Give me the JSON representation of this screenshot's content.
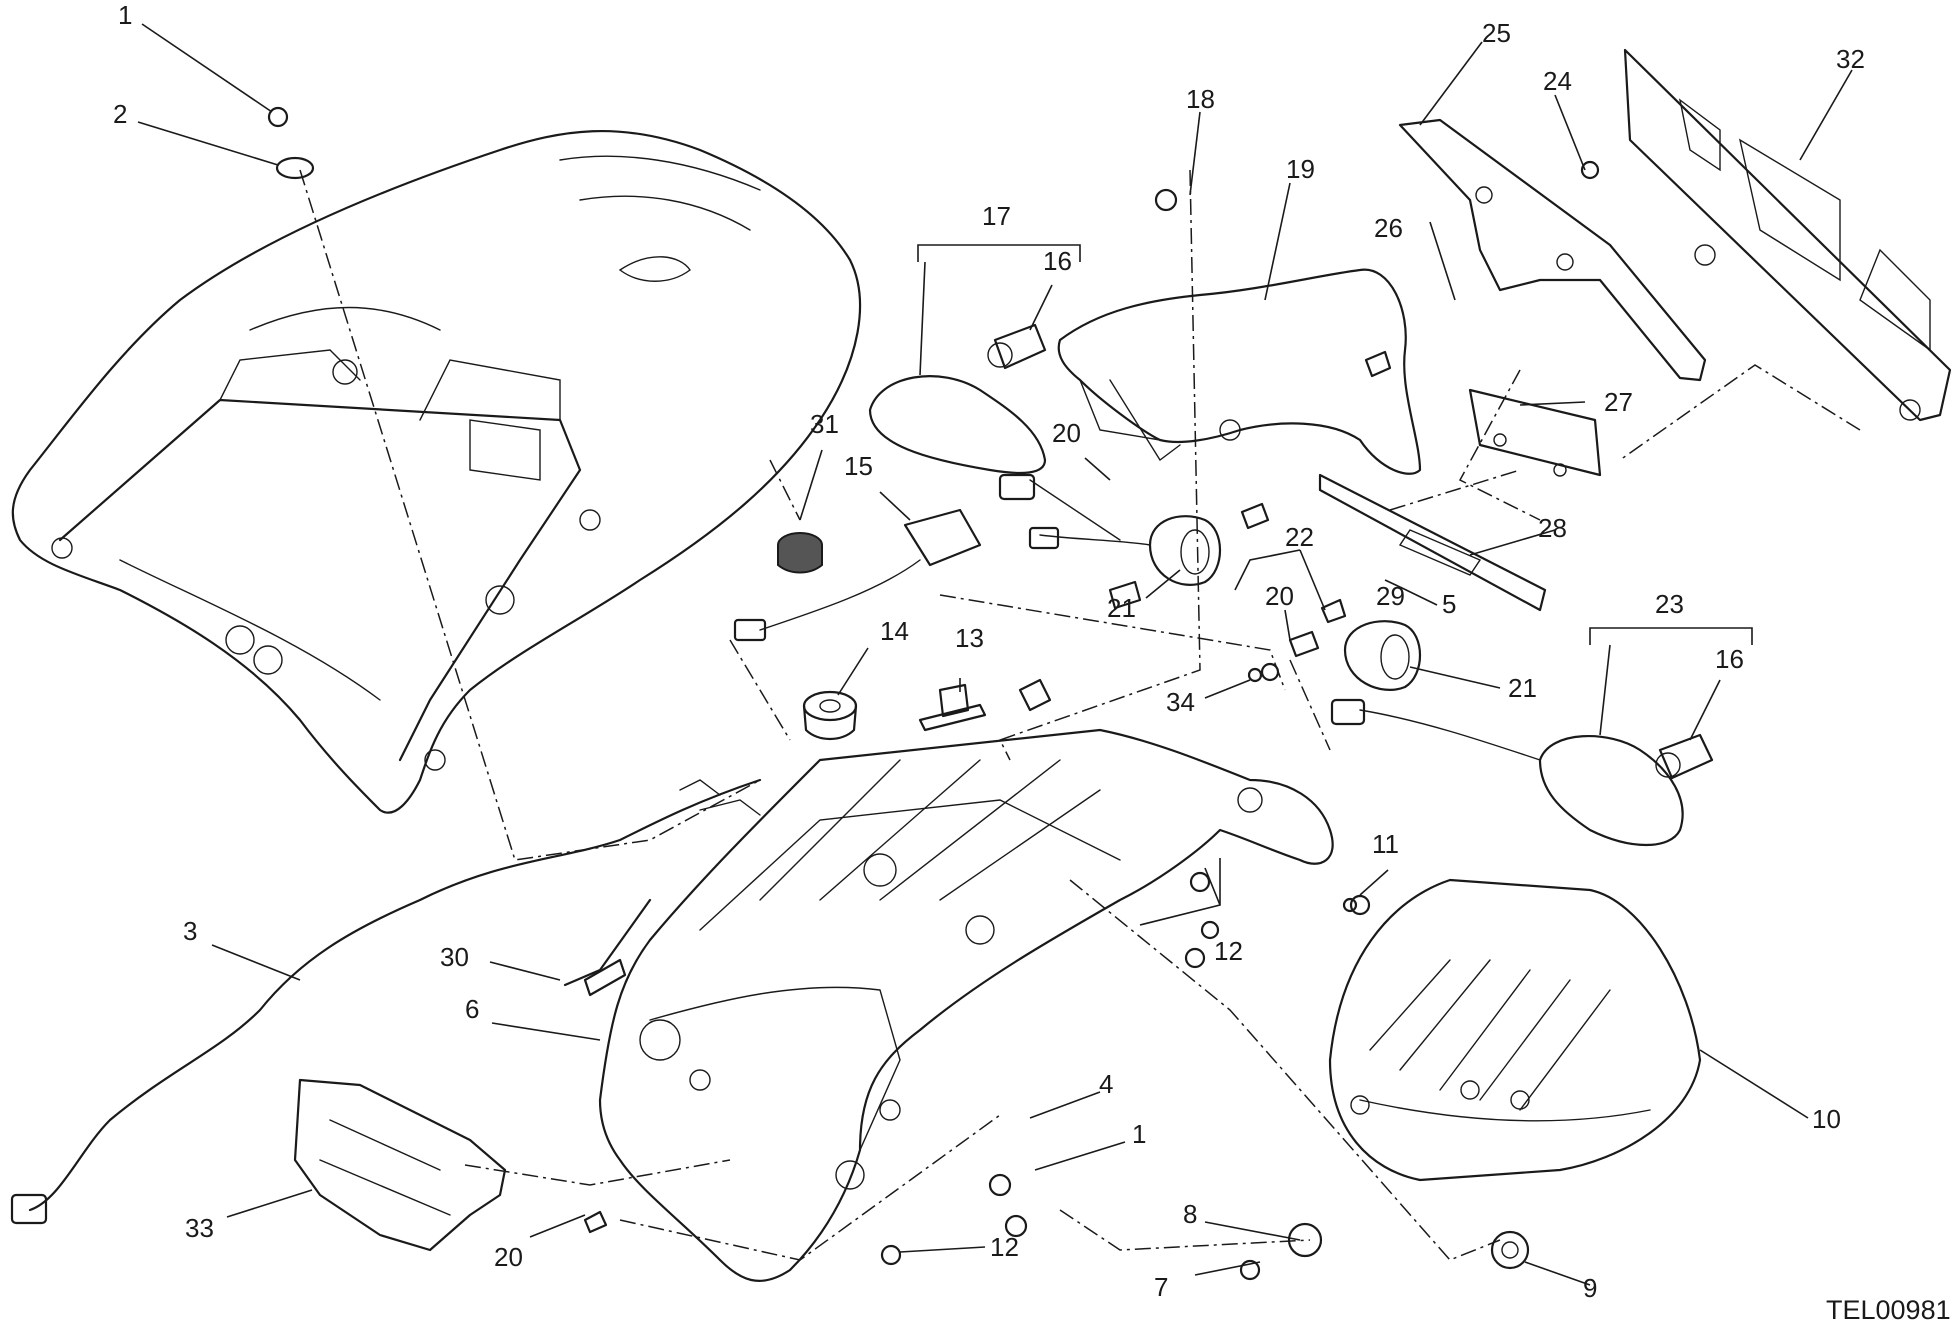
{
  "drawing_code": "TEL00981",
  "callouts": [
    {
      "id": "c1a",
      "text": "1"
    },
    {
      "id": "c2",
      "text": "2"
    },
    {
      "id": "c3",
      "text": "3"
    },
    {
      "id": "c6",
      "text": "6"
    },
    {
      "id": "c30",
      "text": "30"
    },
    {
      "id": "c33",
      "text": "33"
    },
    {
      "id": "c20a",
      "text": "20"
    },
    {
      "id": "c12a",
      "text": "12"
    },
    {
      "id": "c4",
      "text": "4"
    },
    {
      "id": "c1b",
      "text": "1"
    },
    {
      "id": "c8",
      "text": "8"
    },
    {
      "id": "c7",
      "text": "7"
    },
    {
      "id": "c9",
      "text": "9"
    },
    {
      "id": "c10",
      "text": "10"
    },
    {
      "id": "c11",
      "text": "11"
    },
    {
      "id": "c12b",
      "text": "12"
    },
    {
      "id": "c14",
      "text": "14"
    },
    {
      "id": "c13",
      "text": "13"
    },
    {
      "id": "c15",
      "text": "15"
    },
    {
      "id": "c31",
      "text": "31"
    },
    {
      "id": "c17",
      "text": "17"
    },
    {
      "id": "c16a",
      "text": "16"
    },
    {
      "id": "c20b",
      "text": "20"
    },
    {
      "id": "c18",
      "text": "18"
    },
    {
      "id": "c19",
      "text": "19"
    },
    {
      "id": "c21a",
      "text": "21"
    },
    {
      "id": "c22",
      "text": "22"
    },
    {
      "id": "c20c",
      "text": "20"
    },
    {
      "id": "c34",
      "text": "34"
    },
    {
      "id": "c21b",
      "text": "21"
    },
    {
      "id": "c23",
      "text": "23"
    },
    {
      "id": "c16b",
      "text": "16"
    },
    {
      "id": "c25",
      "text": "25"
    },
    {
      "id": "c24",
      "text": "24"
    },
    {
      "id": "c26",
      "text": "26"
    },
    {
      "id": "c32",
      "text": "32"
    },
    {
      "id": "c27",
      "text": "27"
    },
    {
      "id": "c28",
      "text": "28"
    },
    {
      "id": "c5",
      "text": "5"
    },
    {
      "id": "c29",
      "text": "29"
    }
  ]
}
